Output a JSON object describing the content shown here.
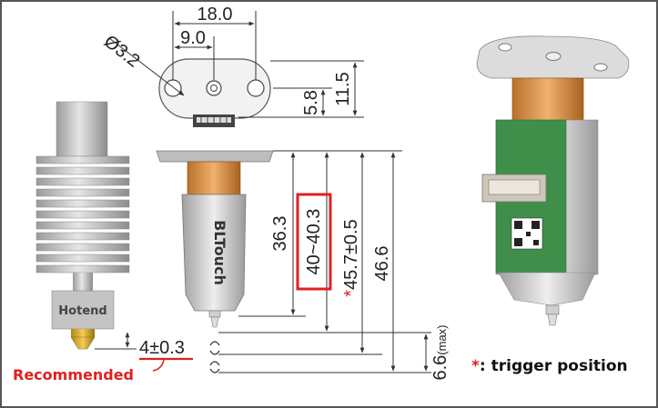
{
  "labels": {
    "hotend": "Hotend",
    "bltouch": "BLTouch",
    "recommended": "Recommended"
  },
  "dimensions": {
    "width_18": "18.0",
    "half_9": "9.0",
    "diameter": "Ø3.2",
    "height_11_5": "11.5",
    "offset_5_8": "5.8",
    "len_36_3": "36.3",
    "len_40_40_3": "40~40.3",
    "len_45_7": "45.7±0.5",
    "len_46_6": "46.6",
    "len_6_6": "6.6",
    "len_6_6_suffix": "(max)",
    "offset_4": "4±0.3"
  },
  "legend": {
    "asterisk": "*",
    "text": ": trigger position"
  },
  "colors": {
    "highlight": "#e02020",
    "text": "#222222",
    "pcb_green": "#3f8f4a",
    "copper": "#d8904a",
    "brass": "#e0b840"
  }
}
